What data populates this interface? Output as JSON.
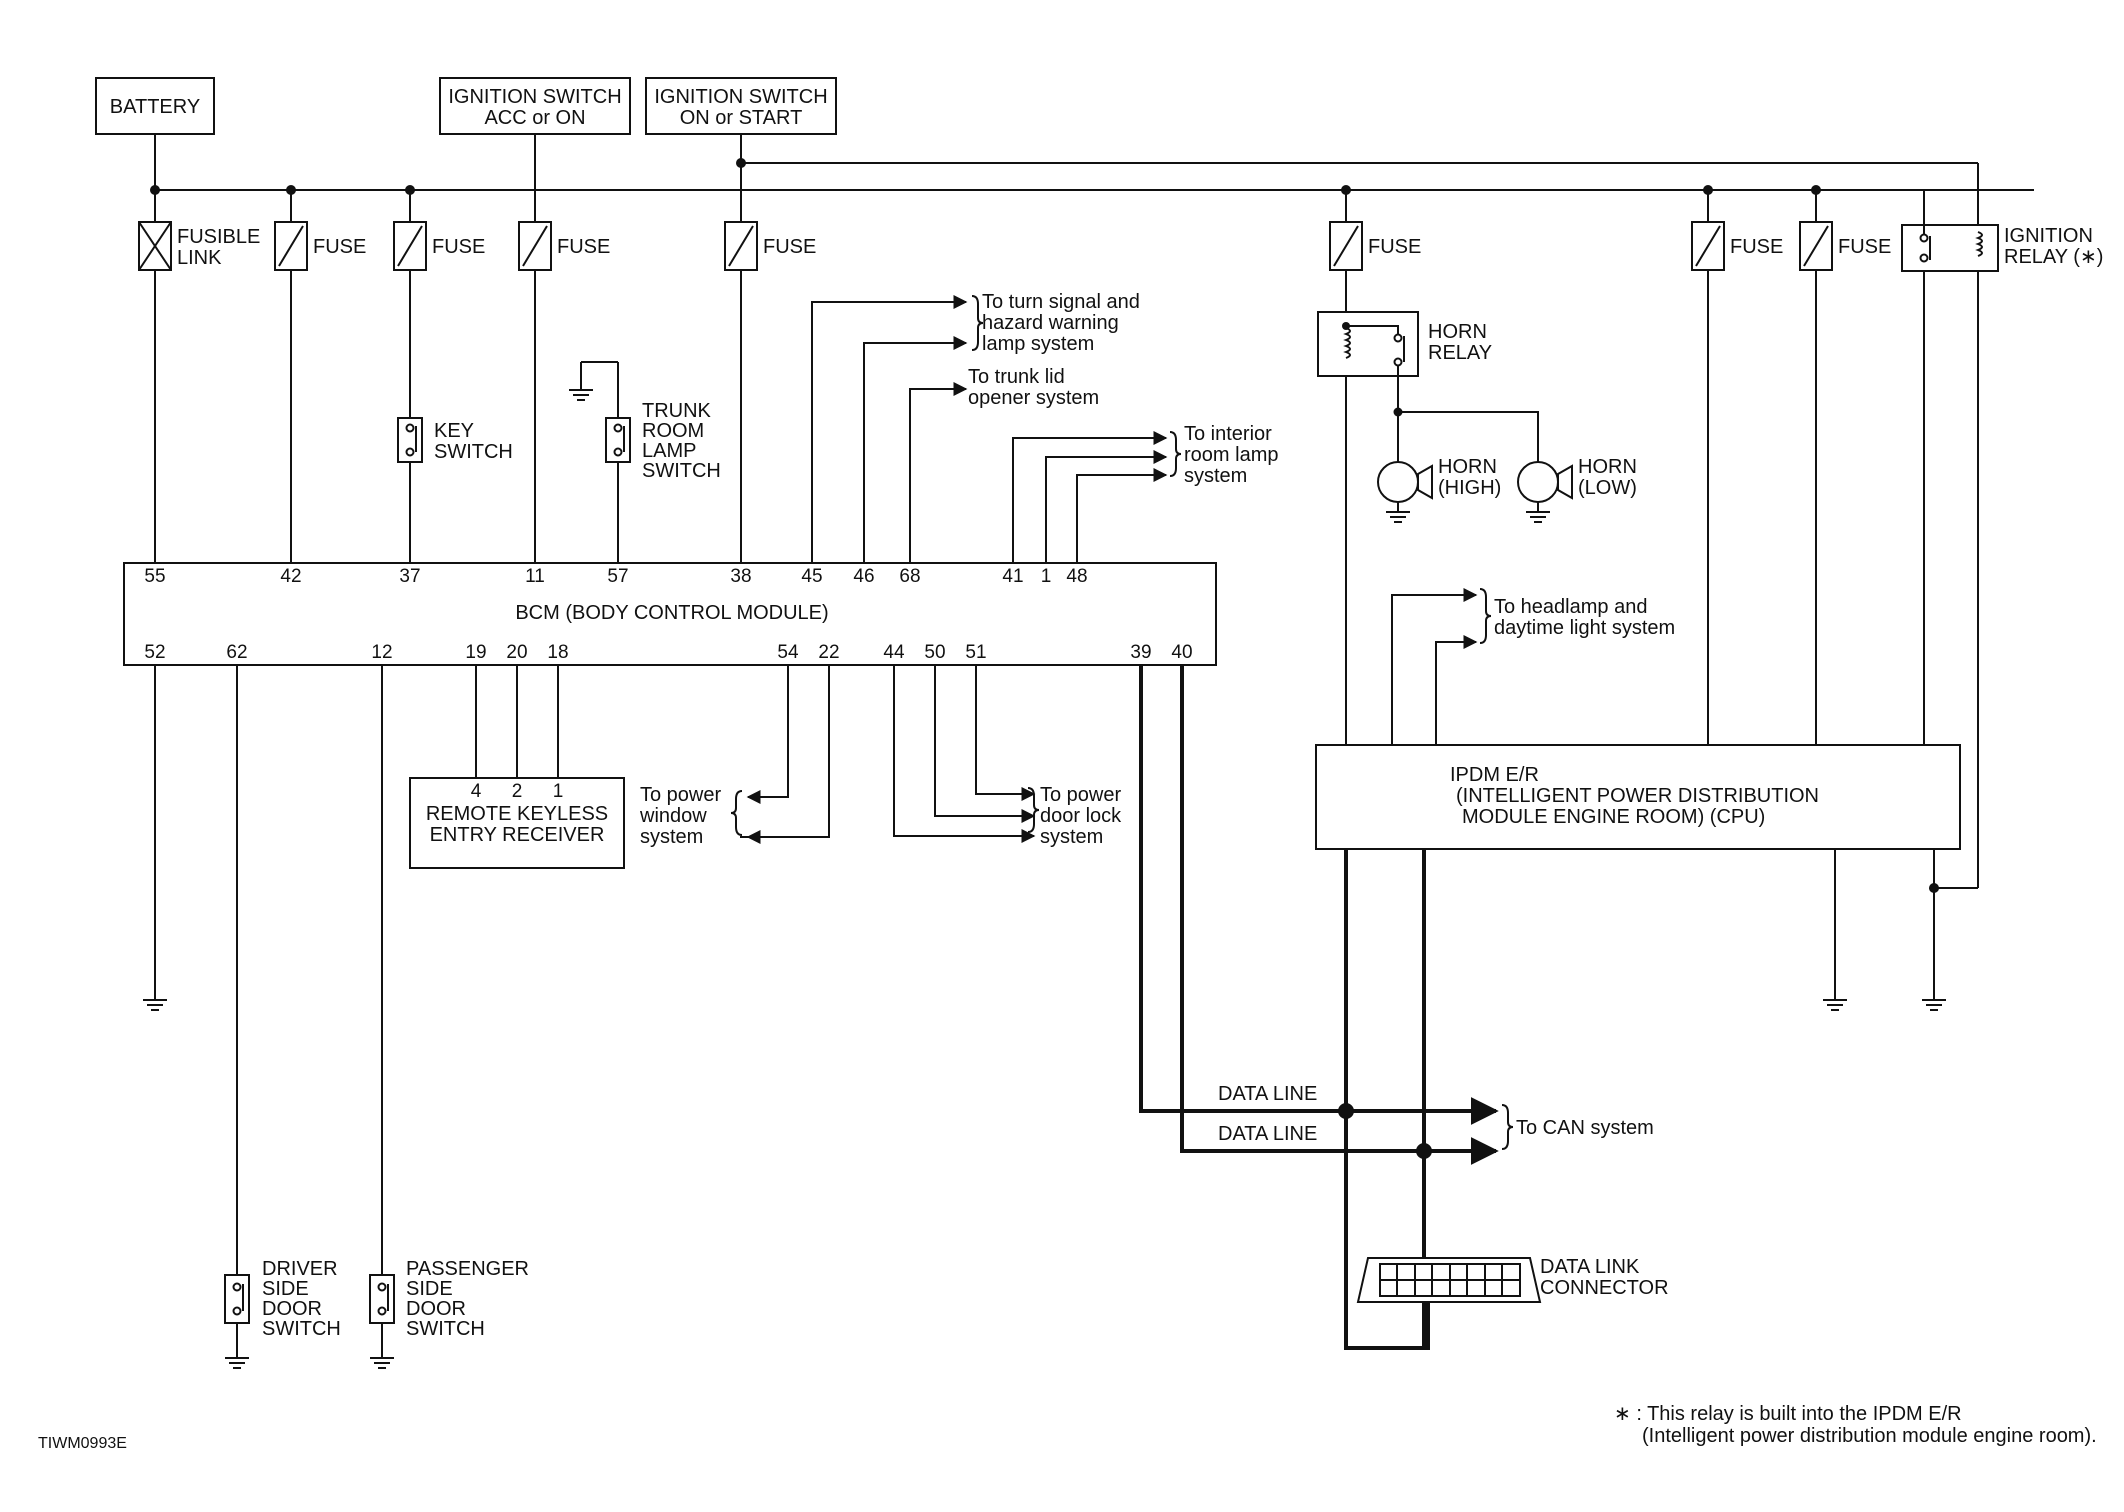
{
  "sources": {
    "battery": "BATTERY",
    "ign_acc_line1": "IGNITION SWITCH",
    "ign_acc_line2": "ACC or ON",
    "ign_on_line1": "IGNITION SWITCH",
    "ign_on_line2": "ON or START"
  },
  "fuses": {
    "fusible_link_line1": "FUSIBLE",
    "fusible_link_line2": "LINK",
    "fuse": "FUSE"
  },
  "relay": {
    "ignition_line1": "IGNITION",
    "ignition_line2": "RELAY (∗)",
    "horn_line1": "HORN",
    "horn_line2": "RELAY"
  },
  "horns": {
    "high_line1": "HORN",
    "high_line2": "(HIGH)",
    "low_line1": "HORN",
    "low_line2": "(LOW)"
  },
  "switches": {
    "key_line1": "KEY",
    "key_line2": "SWITCH",
    "trunk_line1": "TRUNK",
    "trunk_line2": "ROOM",
    "trunk_line3": "LAMP",
    "trunk_line4": "SWITCH",
    "driver_line1": "DRIVER",
    "driver_line2": "SIDE",
    "driver_line3": "DOOR",
    "driver_line4": "SWITCH",
    "pass_line1": "PASSENGER",
    "pass_line2": "SIDE",
    "pass_line3": "DOOR",
    "pass_line4": "SWITCH"
  },
  "bcm": {
    "title": "BCM (BODY CONTROL MODULE)",
    "top_pins": [
      "55",
      "42",
      "37",
      "11",
      "57",
      "38",
      "45",
      "46",
      "68",
      "41",
      "1",
      "48"
    ],
    "bottom_pins": [
      "52",
      "62",
      "12",
      "19",
      "20",
      "18",
      "54",
      "22",
      "44",
      "50",
      "51",
      "39",
      "40"
    ]
  },
  "receiver": {
    "line1": "REMOTE KEYLESS",
    "line2": "ENTRY RECEIVER",
    "pins": [
      "4",
      "2",
      "1"
    ]
  },
  "destinations": {
    "turn_line1": "To turn signal and",
    "turn_line2": "hazard warning",
    "turn_line3": "lamp system",
    "trunk_line1": "To trunk lid",
    "trunk_line2": "opener system",
    "interior_line1": "To interior",
    "interior_line2": "room lamp",
    "interior_line3": "system",
    "headlamp_line1": "To headlamp and",
    "headlamp_line2": "daytime light system",
    "window_line1": "To power",
    "window_line2": "window",
    "window_line3": "system",
    "doorlock_line1": "To power",
    "doorlock_line2": "door lock",
    "doorlock_line3": "system",
    "can": "To CAN system"
  },
  "ipdm": {
    "line1": "IPDM E/R",
    "line2": "(INTELLIGENT POWER DISTRIBUTION",
    "line3": "MODULE ENGINE ROOM) (CPU)"
  },
  "data_lines": {
    "line1": "DATA LINE",
    "line2": "DATA LINE"
  },
  "connector": {
    "line1": "DATA LINK",
    "line2": "CONNECTOR"
  },
  "footnote": {
    "line1": "∗ : This relay is built into the IPDM E/R",
    "line2": "(Intelligent power distribution module engine room)."
  },
  "figure_code": "TIWM0993E"
}
